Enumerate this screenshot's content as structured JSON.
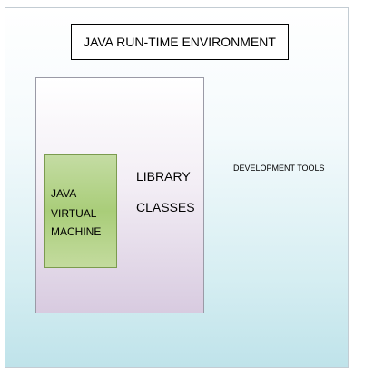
{
  "diagram": {
    "title": "JAVA RUN-TIME ENVIRONMENT",
    "jvm_label": [
      "JAVA",
      "VIRTUAL",
      "MACHINE"
    ],
    "library_label": [
      "LIBRARY",
      "CLASSES"
    ],
    "dev_tools_label": "DEVELOPMENT  TOOLS"
  },
  "colors": {
    "outer_fill": "#d6eef2",
    "library_fill": "#d8cbe0",
    "jvm_fill": "#a9cd79",
    "title_border": "#000000"
  }
}
